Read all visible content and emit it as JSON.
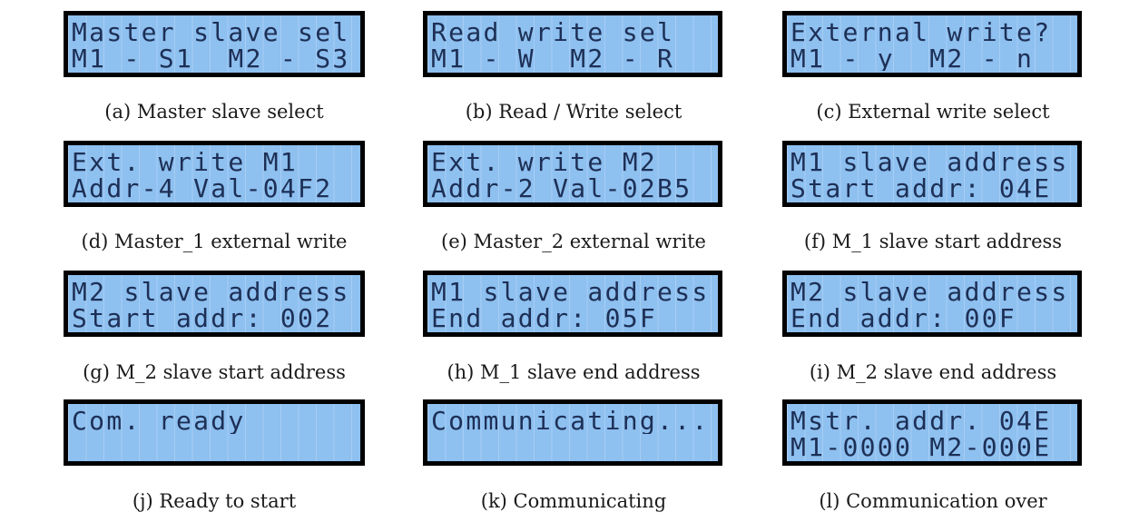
{
  "panels": [
    {
      "lines": [
        "Master slave sel",
        "M1 - S1  M2 - S3"
      ],
      "caption": "(a) Master slave select"
    },
    {
      "lines": [
        "Read write sel",
        "M1 - W  M2 - R"
      ],
      "caption": "(b) Read / Write select"
    },
    {
      "lines": [
        "External write?",
        "M1 - y  M2 - n"
      ],
      "caption": "(c) External write select"
    },
    {
      "lines": [
        "Ext. write M1",
        "Addr-4 Val-04F2"
      ],
      "caption": "(d) Master_1 external write"
    },
    {
      "lines": [
        "Ext. write M2",
        "Addr-2 Val-02B5"
      ],
      "caption": "(e) Master_2 external write"
    },
    {
      "lines": [
        "M1 slave address",
        "Start addr: 04E"
      ],
      "caption": "(f) M_1 slave start address"
    },
    {
      "lines": [
        "M2 slave address",
        "Start addr: 002"
      ],
      "caption": "(g) M_2 slave start address"
    },
    {
      "lines": [
        "M1 slave address",
        "End addr: 05F"
      ],
      "caption": "(h) M_1 slave end address"
    },
    {
      "lines": [
        "M2 slave address",
        "End addr: 00F"
      ],
      "caption": "(i) M_2 slave end address"
    },
    {
      "lines": [
        "Com. ready",
        ""
      ],
      "caption": "(j) Ready to start"
    },
    {
      "lines": [
        "Communicating...",
        ""
      ],
      "caption": "(k) Communicating"
    },
    {
      "lines": [
        "Mstr. addr. 04E",
        "M1-0000 M2-000E"
      ],
      "caption": "(l) Communication over"
    }
  ]
}
